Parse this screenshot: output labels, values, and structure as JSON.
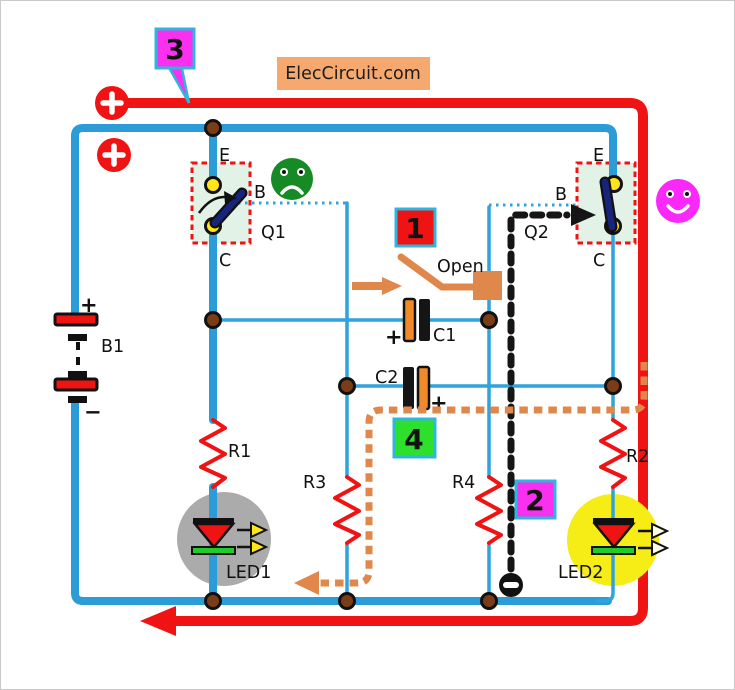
{
  "page": {
    "brand": "ElecCircuit.com"
  },
  "callouts": {
    "step1": "1",
    "step2": "2",
    "step3": "3",
    "step4": "4"
  },
  "flow_markers": {
    "outer_plus": "+",
    "inner_plus": "+"
  },
  "switch": {
    "state_label": "Open"
  },
  "battery": {
    "ref": "B1",
    "positive": "+",
    "negative": "−"
  },
  "transistors": {
    "q1": {
      "ref": "Q1",
      "emitter": "E",
      "base": "B",
      "collector": "C"
    },
    "q2": {
      "ref": "Q2",
      "emitter": "E",
      "base": "B",
      "collector": "C"
    }
  },
  "capacitors": {
    "c1": {
      "ref": "C1",
      "polarity": "+"
    },
    "c2": {
      "ref": "C2",
      "polarity": "+"
    }
  },
  "resistors": {
    "r1": "R1",
    "r2": "R2",
    "r3": "R3",
    "r4": "R4"
  },
  "leds": {
    "led1": "LED1",
    "led2": "LED2"
  },
  "icons": {
    "outer_plus_marker": "plus-circle-icon",
    "inner_plus_marker": "plus-circle-icon",
    "negative_flow_marker": "minus-circle-icon",
    "q1_mood": "sad-face-icon",
    "q2_mood": "happy-face-icon",
    "switch_pointer": "right-arrow-icon",
    "return_flow": "left-arrow-icon"
  },
  "colors": {
    "wire_blue": "#2B9CD8",
    "flow_red": "#F01313",
    "flow_orange": "#E0874B",
    "flow_black": "#151515",
    "brand_box_orange": "#F6A96F",
    "callout_magenta": "#FA30F0",
    "callout_green": "#2EE02E",
    "callout_red": "#F01313",
    "callout_border_cyan": "#30B6DE",
    "transistor_fill": "#E2F2E6",
    "terminal_yellow": "#FFE619",
    "lever_navy": "#16247C",
    "junction_brown": "#7A3D17",
    "led1_halo_gray": "#ABABAB",
    "led2_halo_yellow": "#F6EC16",
    "led_green_bar": "#1FCC28",
    "sad_face_green": "#168A25"
  }
}
